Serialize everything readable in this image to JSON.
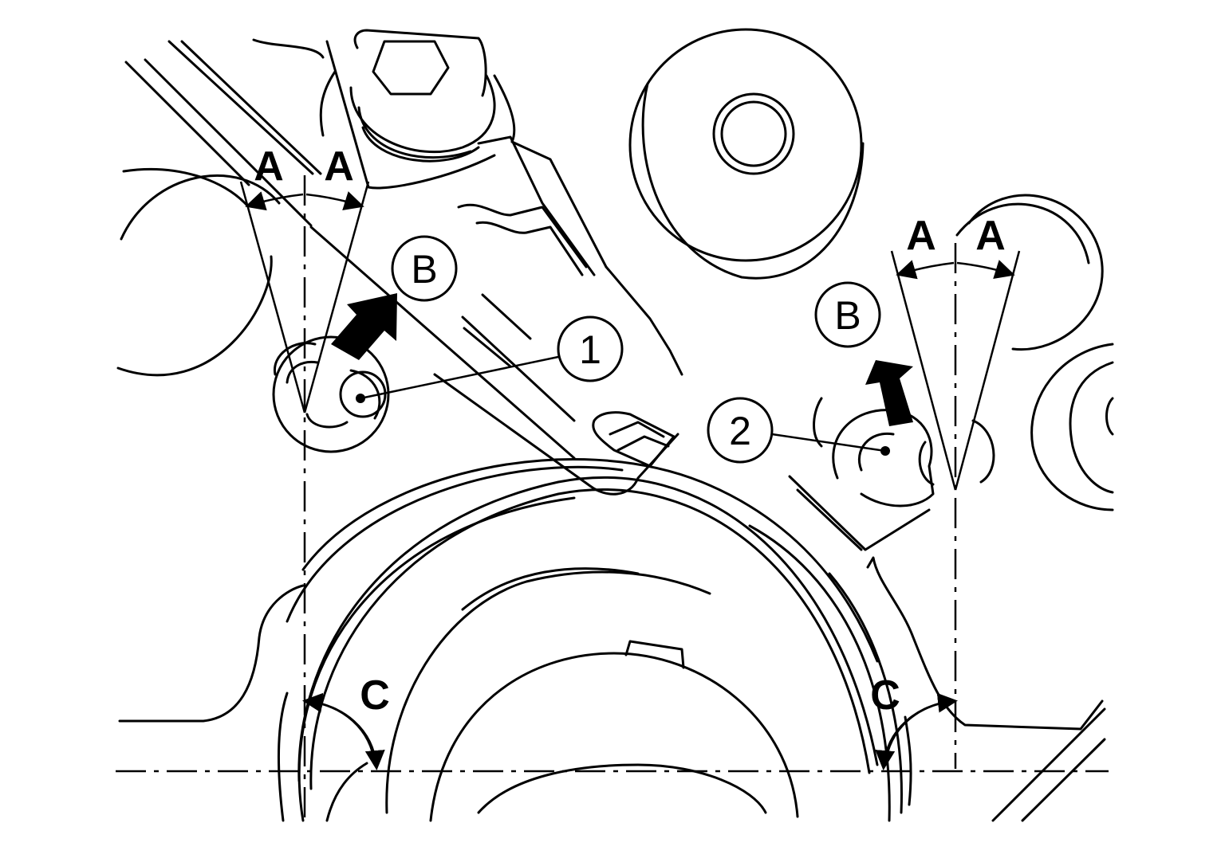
{
  "labels": {
    "angle_a": "A",
    "direction_b": "B",
    "angle_c": "C",
    "part_1": "1",
    "part_2": "2"
  }
}
